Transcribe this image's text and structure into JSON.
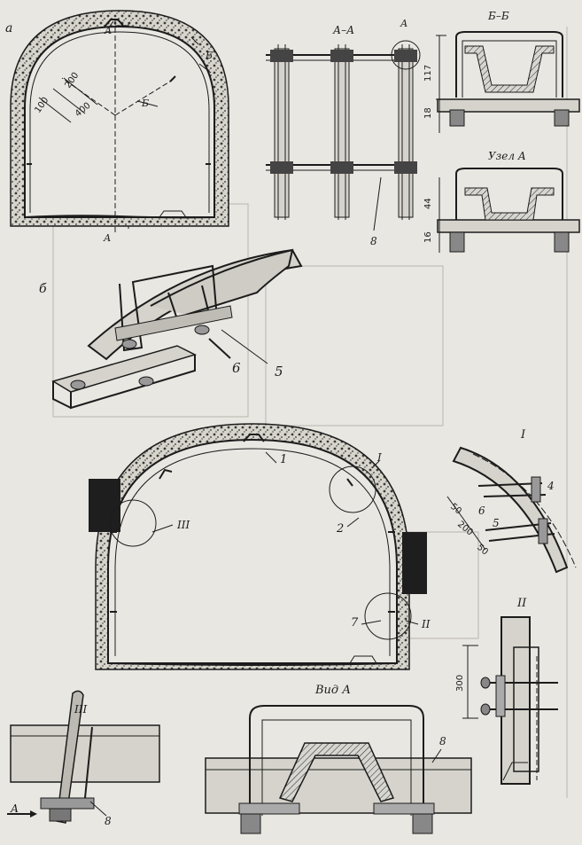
{
  "labels": {
    "fig_a": "а",
    "fig_b": "б",
    "section_AA": "А–А",
    "section_BB": "Б–Б",
    "node_A": "Узел А",
    "view_A": "Вид А",
    "cut_A": "А",
    "cut_B": "Б",
    "node_A_mark": "А",
    "roman_1": "I",
    "roman_2": "II",
    "roman_3": "III",
    "num_1": "1",
    "num_2": "2",
    "num_4": "4",
    "num_5": "5",
    "num_6": "6",
    "num_7": "7",
    "num_8": "8",
    "arrow_A": "А"
  },
  "dimensions": {
    "d100": "100",
    "d200": "200",
    "d400": "400",
    "d117": "117",
    "d18": "18",
    "d44": "44",
    "d16": "16",
    "d50a": "50",
    "d200b": "200",
    "d50b": "50",
    "d300": "300"
  },
  "colors": {
    "ink": "#1c1c1c",
    "paper": "#e9e7e2",
    "fill_dark": "#2a2a2a"
  }
}
